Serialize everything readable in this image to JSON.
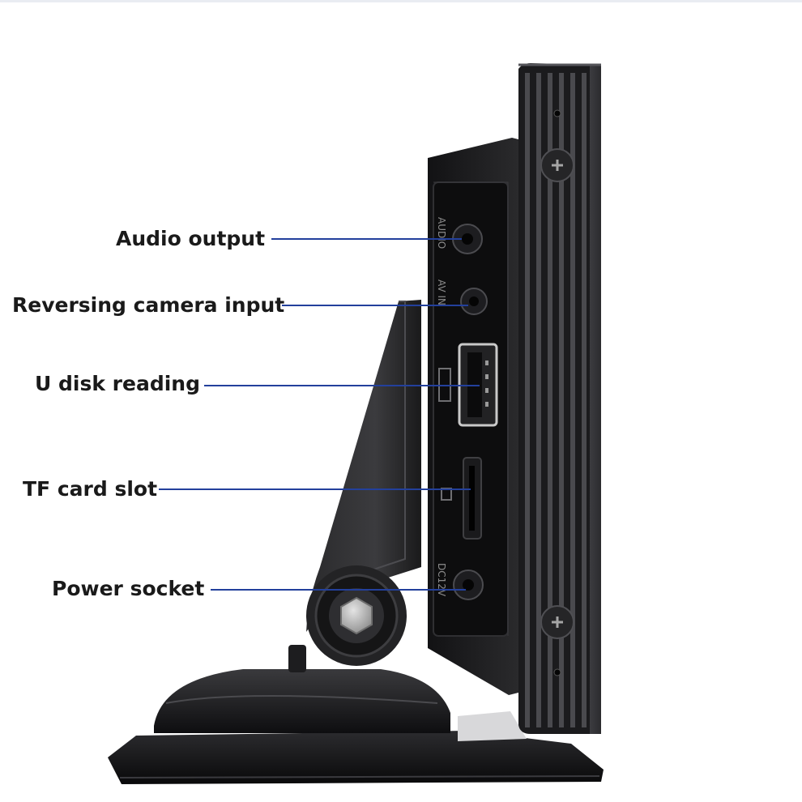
{
  "callouts": [
    {
      "id": "audio-output",
      "label": "Audio output"
    },
    {
      "id": "reversing-camera-input",
      "label": "Reversing camera input"
    },
    {
      "id": "u-disk-reading",
      "label": "U disk reading"
    },
    {
      "id": "tf-card-slot",
      "label": "TF card slot"
    },
    {
      "id": "power-socket",
      "label": "Power socket"
    }
  ],
  "port_markings": {
    "audio": "AUDIO",
    "av_in": "AV IN",
    "dc": "DC12V"
  },
  "colors": {
    "callout_line": "#23409c",
    "device_body": "#1c1c1e",
    "device_rib": "#4a4a4e"
  }
}
